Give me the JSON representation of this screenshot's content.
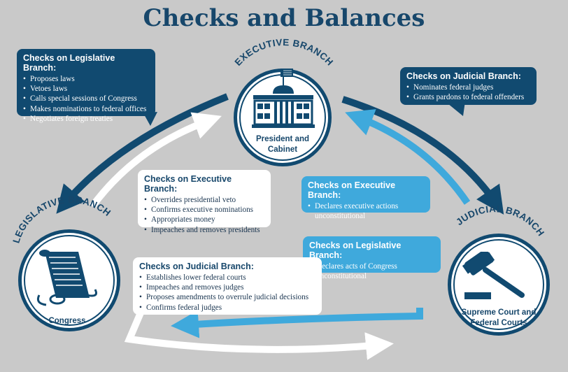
{
  "title": "Checks and Balances",
  "branches": {
    "executive": {
      "name": "EXECUTIVE BRANCH",
      "caption_line1": "President and",
      "caption_line2": "Cabinet"
    },
    "legislative": {
      "name": "LEGISLATIVE BRANCH",
      "caption": "Congress"
    },
    "judicial": {
      "name": "JUDICIAL BRANCH",
      "caption_line1": "Supreme Court and",
      "caption_line2": "Federal Courts"
    }
  },
  "boxes": {
    "exec_on_legislative": {
      "heading": "Checks on Legislative Branch:",
      "items": [
        "Proposes laws",
        "Vetoes laws",
        "Calls special sessions of Congress",
        "Makes nominations to federal offices",
        "Negotiates foreign treaties"
      ]
    },
    "exec_on_judicial": {
      "heading": "Checks on Judicial Branch:",
      "items": [
        "Nominates federal judges",
        "Grants pardons to federal offenders"
      ]
    },
    "leg_on_executive": {
      "heading": "Checks on Executive Branch:",
      "items": [
        "Overrides presidential veto",
        "Confirms executive nominations",
        "Appropriates money",
        "Impeaches and removes presidents"
      ]
    },
    "jud_on_executive": {
      "heading": "Checks on Executive Branch:",
      "item_line1": "Declares executive actions",
      "item_line2": "unconstitutional"
    },
    "jud_on_legislative": {
      "heading": "Checks on Legislative Branch:",
      "item_line1": "Declares acts of Congress",
      "item_line2": "unconstitutional"
    },
    "leg_on_judicial": {
      "heading": "Checks on Judicial Branch:",
      "items": [
        "Establishes lower federal courts",
        "Impeaches and removes judges",
        "Proposes amendments to overrule judicial decisions",
        "Confirms federal judges"
      ]
    }
  },
  "colors": {
    "background": "#c9c9c9",
    "dark_blue": "#114a70",
    "light_blue": "#3fa9dc",
    "white": "#ffffff",
    "title": "#17476b"
  },
  "icons": {
    "executive": "white-house-icon",
    "legislative": "scroll-icon",
    "judicial": "gavel-icon"
  }
}
